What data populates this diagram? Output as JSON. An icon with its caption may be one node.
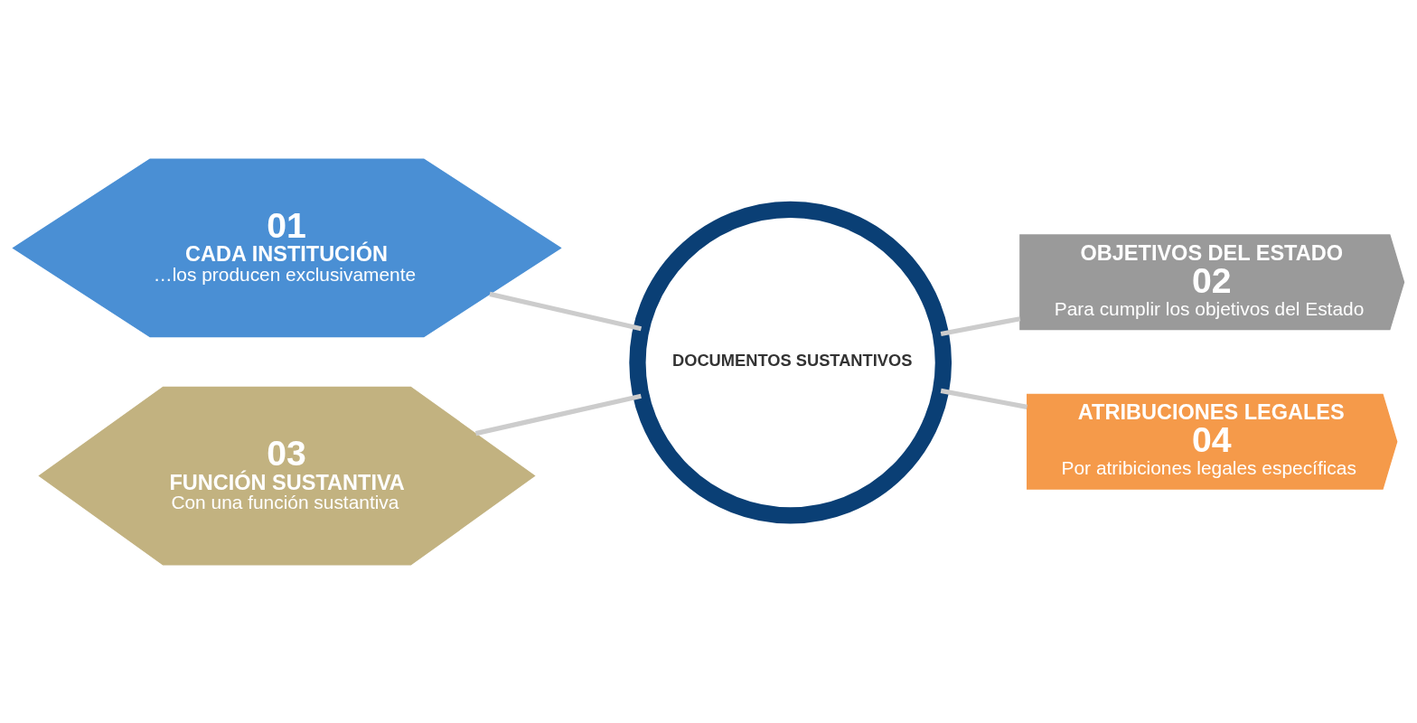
{
  "diagram": {
    "nodes": [
      {
        "text": [
          "01",
          "CADA INSTITUCIÓN",
          "…los producen exclusivamente"
        ]
      },
      {
        "text": [
          "OBJETIVOS DEL ESTADO",
          "02",
          "Para cumplir los objetivos del Estado"
        ]
      },
      {
        "text": [
          "DOCUMENTOS SUSTANTIVOS"
        ]
      },
      {
        "text": [
          "03",
          "FUNCIÓN SUSTANTIVA",
          "Con una función sustantiva"
        ]
      },
      {
        "text": [
          "ATRIBUCIONES LEGALES",
          "04",
          "Por atribiciones legales específicas"
        ]
      }
    ],
    "edges": [
      {
        "from": 0,
        "to": 2,
        "arrow": "none"
      },
      {
        "from": 2,
        "to": 1,
        "arrow": "none"
      },
      {
        "from": 3,
        "to": 2,
        "arrow": "none"
      },
      {
        "from": 2,
        "to": 4,
        "arrow": "none"
      }
    ]
  }
}
